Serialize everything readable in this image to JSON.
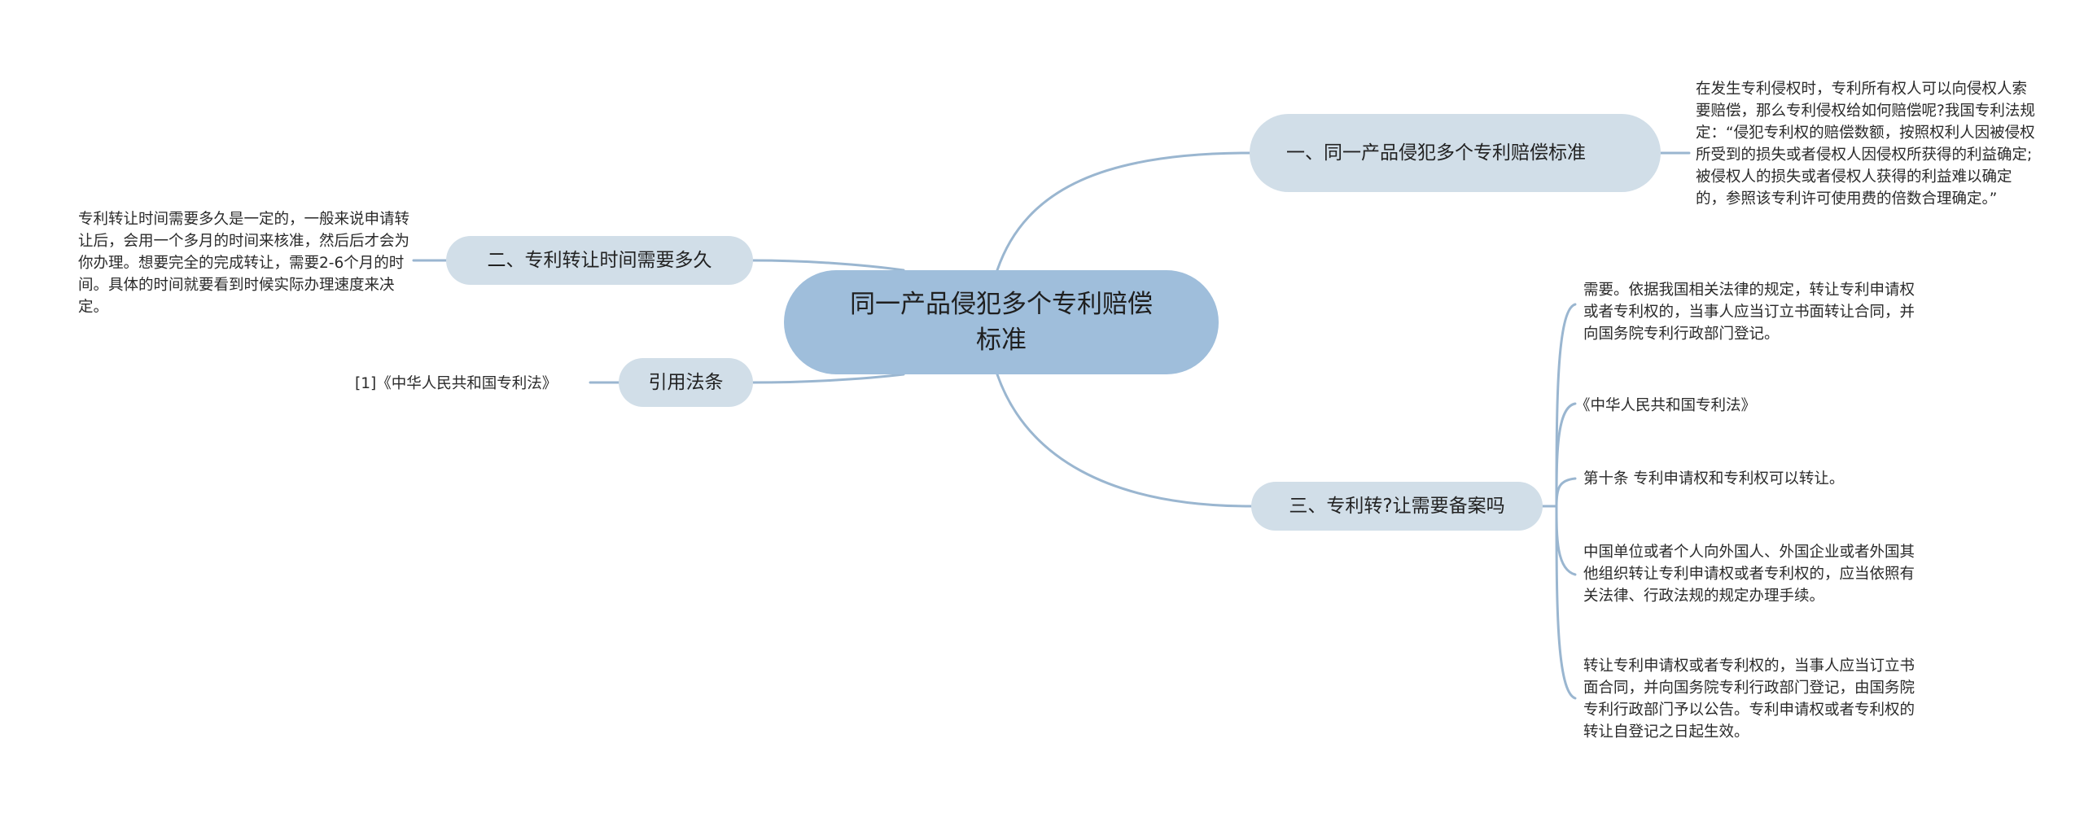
{
  "mindmap": {
    "root": {
      "label": "同一产品侵犯多个专利赔偿标准"
    },
    "branches": [
      {
        "id": "b1",
        "label": "一、同一产品侵犯多个专利赔偿标准",
        "side": "right",
        "children": [
          "在发生专利侵权时，专利所有权人可以向侵权人索要赔偿，那么专利侵权给如何赔偿呢?我国专利法规定：“侵犯专利权的赔偿数额，按照权利人因被侵权所受到的损失或者侵权人因侵权所获得的利益确定;被侵权人的损失或者侵权人获得的利益难以确定的，参照该专利许可使用费的倍数合理确定。”"
        ]
      },
      {
        "id": "b2",
        "label": "二、专利转让时间需要多久",
        "side": "left",
        "children": [
          "专利转让时间需要多久是一定的，一般来说申请转让后，会用一个多月的时间来核准，然后后才会为你办理。想要完全的完成转让，需要2-6个月的时间。具体的时间就要看到时候实际办理速度来决定。"
        ]
      },
      {
        "id": "b3",
        "label": "引用法条",
        "side": "left",
        "children": [
          "[1]《中华人民共和国专利法》"
        ]
      },
      {
        "id": "b4",
        "label": "三、专利转?让需要备案吗",
        "side": "right",
        "children": [
          "需要。依据我国相关法律的规定，转让专利申请权或者专利权的，当事人应当订立书面转让合同，并向国务院专利行政部门登记。",
          "《中华人民共和国专利法》",
          "第十条 专利申请权和专利权可以转让。",
          "中国单位或者个人向外国人、外国企业或者外国其他组织转让专利申请权或者专利权的，应当依照有关法律、行政法规的规定办理手续。",
          "转让专利申请权或者专利权的，当事人应当订立书面合同，并向国务院专利行政部门登记，由国务院专利行政部门予以公告。专利申请权或者专利权的转让自登记之日起生效。"
        ]
      }
    ],
    "colors": {
      "root_fill": "#9fbedb",
      "branch_fill": "#d1dee8",
      "connector": "#9ab6d0",
      "text": "#222222",
      "background": "#ffffff"
    }
  }
}
